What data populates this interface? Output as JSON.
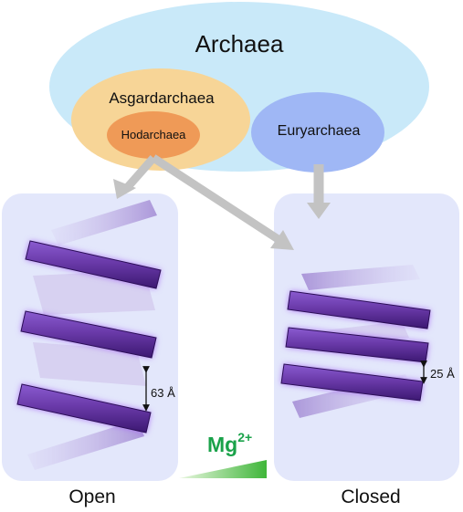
{
  "diagram": {
    "domain_label": "Archaea",
    "group_asgard": "Asgardarchaea",
    "group_hodar": "Hodarchaea",
    "group_eury": "Euryarchaea",
    "distance_open": "63 Å",
    "distance_closed": "25 Å",
    "state_open": "Open",
    "state_closed": "Closed",
    "ion_symbol": "Mg",
    "ion_charge": "2+"
  },
  "colors": {
    "archaea_ellipse": "#c9e9f9",
    "asgard_ellipse": "#f7d597",
    "hodar_ellipse": "#ef9a57",
    "eury_ellipse": "#9fb7f5",
    "panel_fill": "#e3e7fb",
    "rod_fill": "#6a3aa9",
    "arrow": "#c3c3c3",
    "ion_text": "#1aa24a"
  }
}
